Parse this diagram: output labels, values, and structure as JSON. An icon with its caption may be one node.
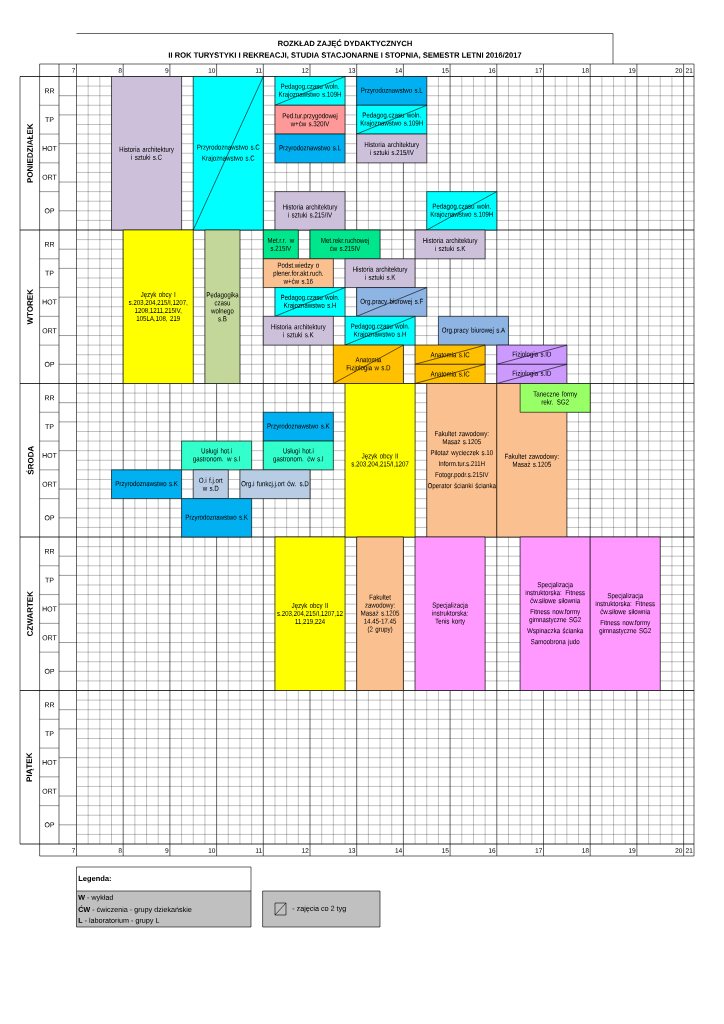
{
  "diagram": {
    "title": "ROZKŁAD ZAJĘĆ DYDAKTYCZNYCH",
    "nodes": [
      {
        "text": [
          "Historia architektury i sztuki s.C"
        ]
      },
      {
        "text": [
          "Przyrodoznawstwo s.C",
          "Krajoznawstwo s.C"
        ]
      },
      {
        "text": [
          "Pedagog.czasu woln. Krajoznawstwo s.109H"
        ]
      },
      {
        "text": [
          "Ped.tur.przygodowej w+ćw s.320IV"
        ]
      },
      {
        "text": [
          "Przyrodoznawstwo s.L"
        ]
      },
      {
        "text": [
          "Przyrodoznawstwo s.L"
        ]
      },
      {
        "text": [
          "Pedagog.czasu woln. Krajoznawstwo s.109H"
        ]
      },
      {
        "text": [
          "Historia architektury i sztuki s.215/IV"
        ]
      },
      {
        "text": [
          "Historia architektury i sztuki s.215/IV"
        ]
      },
      {
        "text": [
          "Pedagog.czasu woln. Krajoznawstwo s.109H"
        ]
      },
      {
        "text": [
          "Język obcy I s.203,204,215/I,1207, 1208,1211,215IV, 105LA,108, 219"
        ]
      },
      {
        "text": [
          "Pedagogika czasu wolnego s.B"
        ]
      },
      {
        "text": [
          "Met.r.r. w s.215IV"
        ]
      },
      {
        "text": [
          "Met.rekr.ruchowej ćw s.215IV"
        ]
      },
      {
        "text": [
          "Historia architektury i sztuki s.K"
        ]
      },
      {
        "text": [
          "Podst.wiedzy o plener.for.akt.ruch. w+ćw s.16"
        ]
      },
      {
        "text": [
          "Historia architektury i sztuki s.K"
        ]
      },
      {
        "text": [
          "Pedagog.czasu woln. Krajoznawstwo s.H"
        ]
      },
      {
        "text": [
          "Org.pracy biurowej s.F"
        ]
      },
      {
        "text": [
          "Historia architektury i sztuki s.K"
        ]
      },
      {
        "text": [
          "Pedagog.czasu woln. Krajoznawstwo s.H"
        ]
      },
      {
        "text": [
          "Org.pracy biurowej s.A"
        ]
      },
      {
        "text": [
          "Anatomia Fizjologia w s.D"
        ]
      },
      {
        "text": [
          "Anatomia s.IC"
        ]
      },
      {
        "text": [
          "Anatomia s.IC"
        ]
      },
      {
        "text": [
          "Fizjologia s.ID"
        ]
      },
      {
        "text": [
          "Fizjologia s.ID"
        ]
      },
      {
        "text": [
          "Język obcy II s.203,204,215/I,1207"
        ]
      },
      {
        "text": [
          "Fakultet zawodowy: Masaż s.1205",
          "Pilotaż wycieczek s.10",
          "Inform.tur.s.211H",
          "Fotogr.podr.s.215IV",
          "Operator ścianki ścianka"
        ]
      },
      {
        "text": [
          "Fakultet zawodowy: Masaż s.1205"
        ]
      },
      {
        "text": [
          "Taneczne formy rekr. SG2"
        ]
      },
      {
        "text": [
          "Przyrodoznawstwo s.K"
        ]
      },
      {
        "text": [
          "Usługi hot.i gastronom. w s.I"
        ]
      },
      {
        "text": [
          "Usługi hot.i gastronom. ćw s.I"
        ]
      },
      {
        "text": [
          "Przyrodoznawstwo s.K"
        ]
      },
      {
        "text": [
          "O.i f.j.ort w s.D"
        ]
      },
      {
        "text": [
          "Org.i funkcj.j.ort ćw. s.D"
        ]
      },
      {
        "text": [
          "Przyrodoznawstwo s.K"
        ]
      },
      {
        "text": [
          "Język obcy II s.203,204,215/I,1207,12 11,219,224"
        ]
      },
      {
        "text": [
          "Fakultet zawodowy: Masaż s.1205 14.45-17.45 (2 grupy)"
        ]
      },
      {
        "text": [
          "Specjalizacja instruktorska: Tenis korty"
        ]
      },
      {
        "text": [
          "Specjalizacja instruktorska: Fitness ćw.siłowe siłownia",
          "Fitness now.formy gimnastyczne SG2",
          "Wspinaczka ścianka",
          "Samoobrona judo"
        ]
      },
      {
        "text": [
          "Specjalizacja instruktorska: Fitness ćw.siłowe siłownia",
          "Fitness now.formy gimnastyczne SG2"
        ]
      }
    ],
    "labels": [
      "II ROK TURYSTYKI I REKREACJI, STUDIA STACJONARNE I STOPNIA, SEMESTR LETNI 2016/2017",
      "7",
      "8",
      "9",
      "10",
      "11",
      "12",
      "13",
      "14",
      "15",
      "16",
      "17",
      "18",
      "19",
      "20",
      "21",
      "PONIEDZIAŁEK",
      "RR",
      "TP",
      "HOT",
      "ORT",
      "OP",
      "WTOREK",
      "RR",
      "TP",
      "HOT",
      "ORT",
      "OP",
      "ŚRODA",
      "RR",
      "TP",
      "HOT",
      "ORT",
      "OP",
      "CZWARTEK",
      "RR",
      "TP",
      "HOT",
      "ORT",
      "OP",
      "PIĄTEK",
      "RR",
      "TP",
      "HOT",
      "ORT",
      "OP",
      "7",
      "8",
      "9",
      "10",
      "11",
      "12",
      "13",
      "14",
      "15",
      "16",
      "17",
      "18",
      "19",
      "20",
      "21",
      "Legenda:",
      "**W** - wykład",
      "**ĆW** - ćwiczenia - grupy dziekańskie",
      "**L** - laboratorium - grupy L"
    ],
    "legend": [
      {
        "text": "- zajęcia co 2 tyg"
      }
    ]
  }
}
